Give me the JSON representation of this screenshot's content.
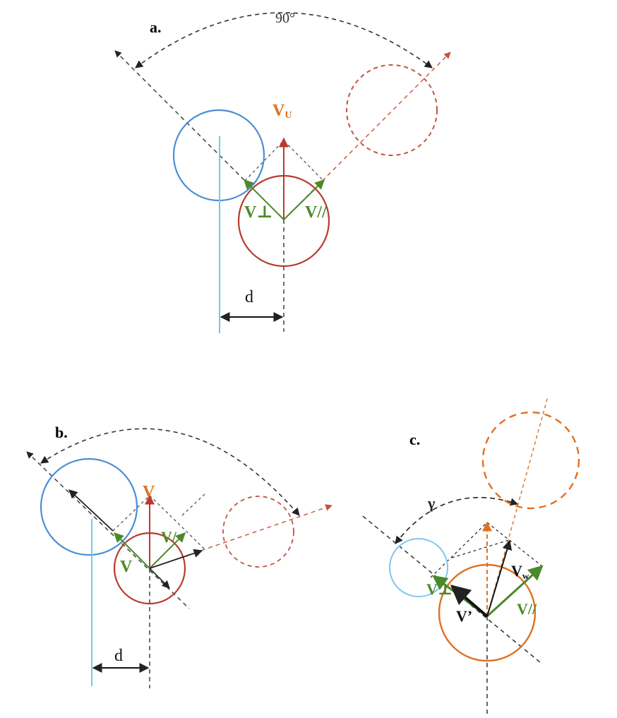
{
  "panel_a": {
    "label": "a.",
    "angle": "90°",
    "vu_main": "V",
    "vu_sub": "U",
    "v_perp": "V⊥",
    "v_par": "V//",
    "d": "d"
  },
  "panel_b": {
    "label": "b.",
    "v_top": "V",
    "v_left": "V",
    "v_par": "V/",
    "d": "d"
  },
  "panel_c": {
    "label": "c.",
    "gamma": "γ",
    "vw_main": "V",
    "vw_sub": "w",
    "v_perp": "V⊥",
    "v_prime": "V’",
    "v_par": "V//"
  },
  "colors": {
    "blue": "#4a8fd4",
    "lightblue": "#7ec8f0",
    "cyan": "#66d0e8",
    "red": "#b83a2e",
    "dashed_red": "#c0553e",
    "orange": "#e07020",
    "green": "#4a8a2a",
    "black": "#222222"
  }
}
